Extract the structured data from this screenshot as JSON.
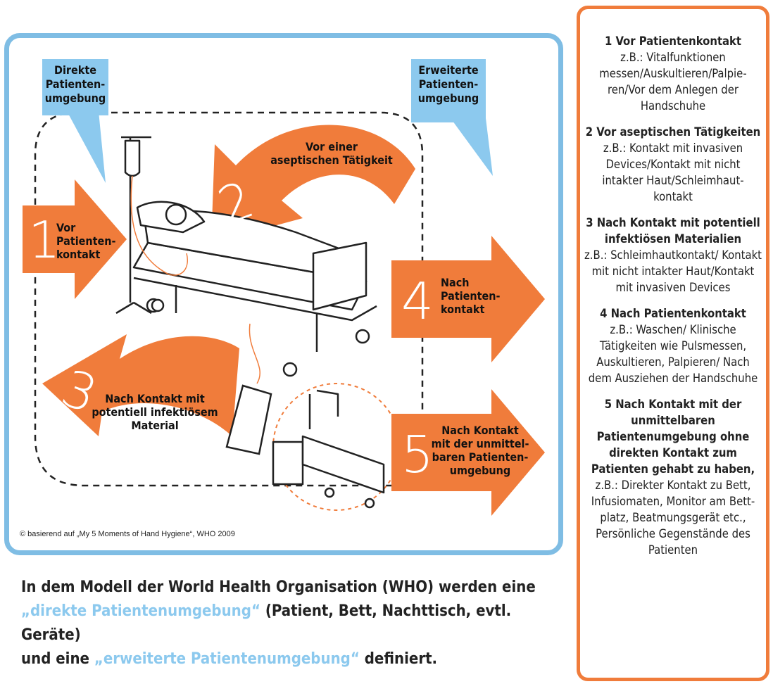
{
  "diagram": {
    "zone_direct": [
      "Direkte",
      "Patienten-",
      "umgebung"
    ],
    "zone_extended": [
      "Erweiterte",
      "Patienten-",
      "umgebung"
    ],
    "moments": [
      {
        "number": "1",
        "label": [
          "Vor",
          "Patienten-",
          "kontakt"
        ]
      },
      {
        "number": "2",
        "label": [
          "Vor einer",
          "aseptischen Tätigkeit"
        ]
      },
      {
        "number": "3",
        "label": [
          "Nach Kontakt mit",
          "potentiell infektiösem",
          "Material"
        ]
      },
      {
        "number": "4",
        "label": [
          "Nach",
          "Patienten-",
          "kontakt"
        ]
      },
      {
        "number": "5",
        "label": [
          "Nach Kontakt",
          "mit der unmittel-",
          "baren Patienten-",
          "umgebung"
        ]
      }
    ],
    "copyright": "© basierend auf „My 5 Moments of Hand Hygiene“, WHO 2009",
    "colors": {
      "frame": "#7fbde4",
      "zone": "#8cc9ee",
      "arrow": "#f07c3b"
    }
  },
  "caption": {
    "part1": "In dem Modell der World Health Organisation (WHO) werden eine",
    "highlight1": "„direkte Patientenumgebung“",
    "part2": " (Patient, Bett, Nachttisch, evtl. Geräte)",
    "part3": "und eine ",
    "highlight2": "„erweiterte Patientenumgebung“",
    "part4": " definiert."
  },
  "sidebar": {
    "sections": [
      {
        "heading": "1 Vor Patientenkontakt",
        "text": "z.B.: Vitalfunktionen messen/Auskultieren/Palpie-ren/Vor dem Anlegen der Handschuhe"
      },
      {
        "heading": "2 Vor aseptischen Tätigkeiten",
        "text": "z.B.: Kontakt mit invasiven Devices/Kontakt mit nicht intakter Haut/Schleimhaut-kontakt"
      },
      {
        "heading": "3 Nach Kontakt mit potentiell infektiösen Materialien",
        "text": "z.B.: Schleimhautkontakt/ Kontakt mit nicht intakter Haut/Kontakt mit invasiven Devices"
      },
      {
        "heading": "4 Nach Patientenkontakt",
        "text": "z.B.: Waschen/ Klinische Tätigkeiten wie Pulsmessen, Auskultieren, Palpieren/ Nach dem Ausziehen der Handschuhe"
      },
      {
        "heading": "5 Nach Kontakt mit der unmittelbaren Patientenumgebung ohne direkten Kontakt zum Patienten gehabt zu haben,",
        "text": "z.B.: Direkter Kontakt zu Bett, Infusiomaten, Monitor am Bett-platz, Beatmungsgerät etc., Persönliche Gegenstände des Patienten"
      }
    ]
  }
}
